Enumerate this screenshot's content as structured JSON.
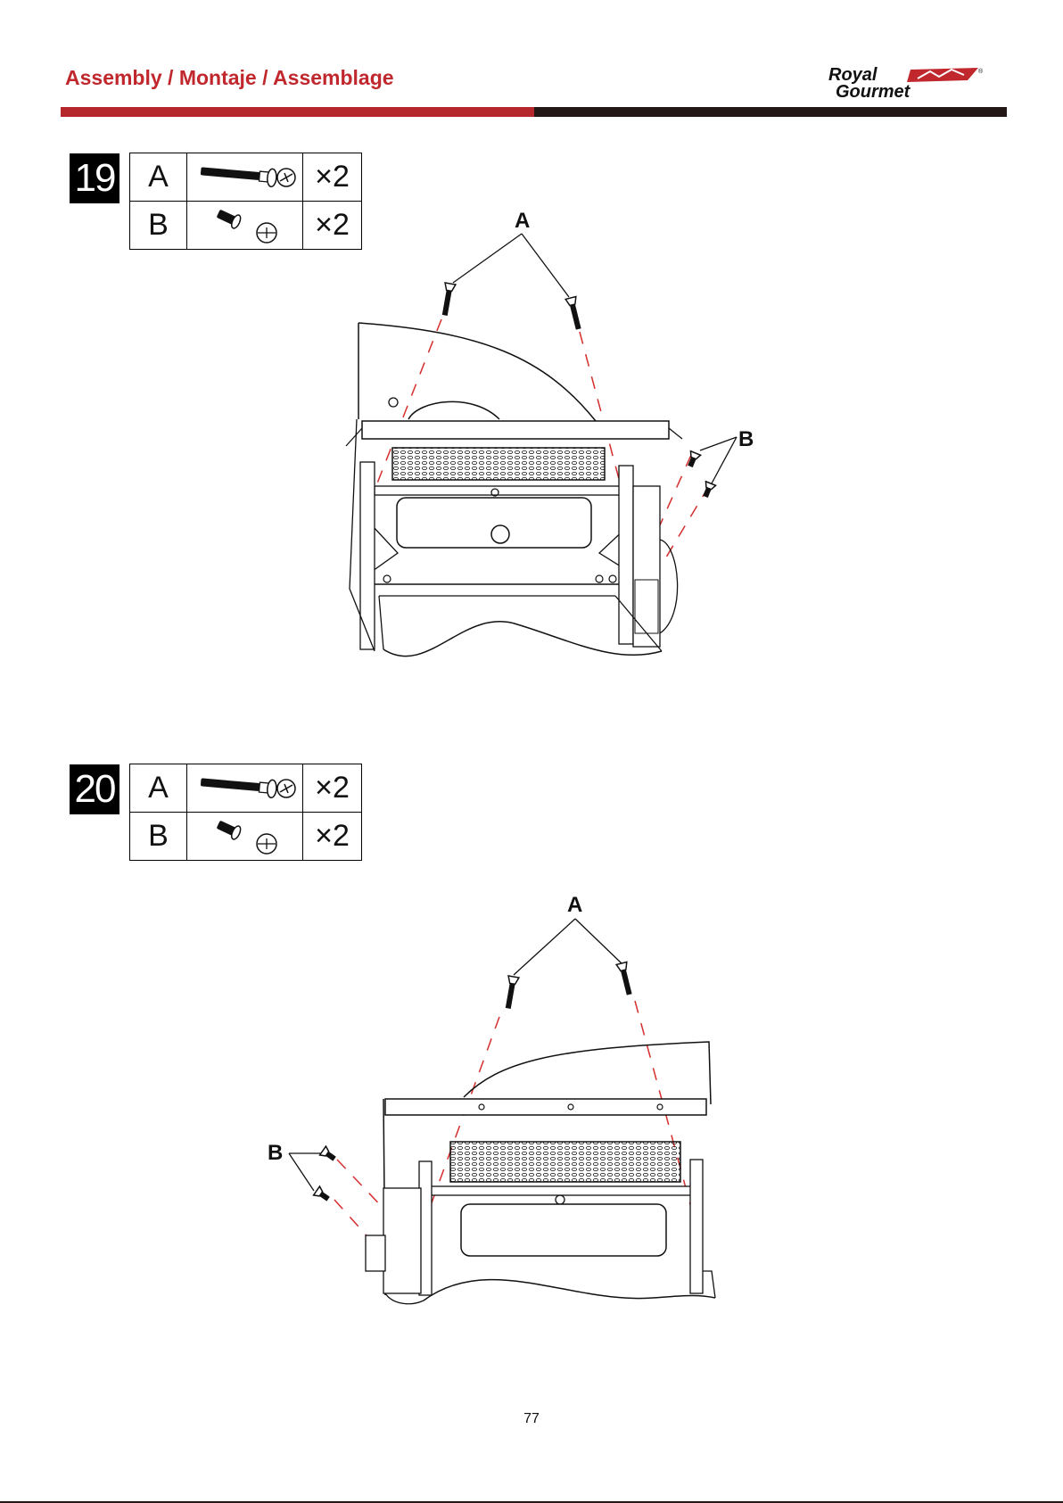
{
  "header": {
    "title": "Assembly / Montaje / Assemblage",
    "logo_line1": "Royal",
    "logo_line2": "Gourmet",
    "logo_registered": "®",
    "accent_color": "#c0282d",
    "dark_color": "#231815"
  },
  "steps": [
    {
      "number": "19",
      "parts": [
        {
          "letter": "A",
          "icon": "long-bolt-with-washer-icon",
          "qty": "×2"
        },
        {
          "letter": "B",
          "icon": "short-screw-with-washer-icon",
          "qty": "×2"
        }
      ],
      "callouts": {
        "a": "A",
        "b": "B"
      }
    },
    {
      "number": "20",
      "parts": [
        {
          "letter": "A",
          "icon": "long-bolt-with-washer-icon",
          "qty": "×2"
        },
        {
          "letter": "B",
          "icon": "short-screw-with-washer-icon",
          "qty": "×2"
        }
      ],
      "callouts": {
        "a": "A",
        "b": "B"
      }
    }
  ],
  "page_number": "77"
}
